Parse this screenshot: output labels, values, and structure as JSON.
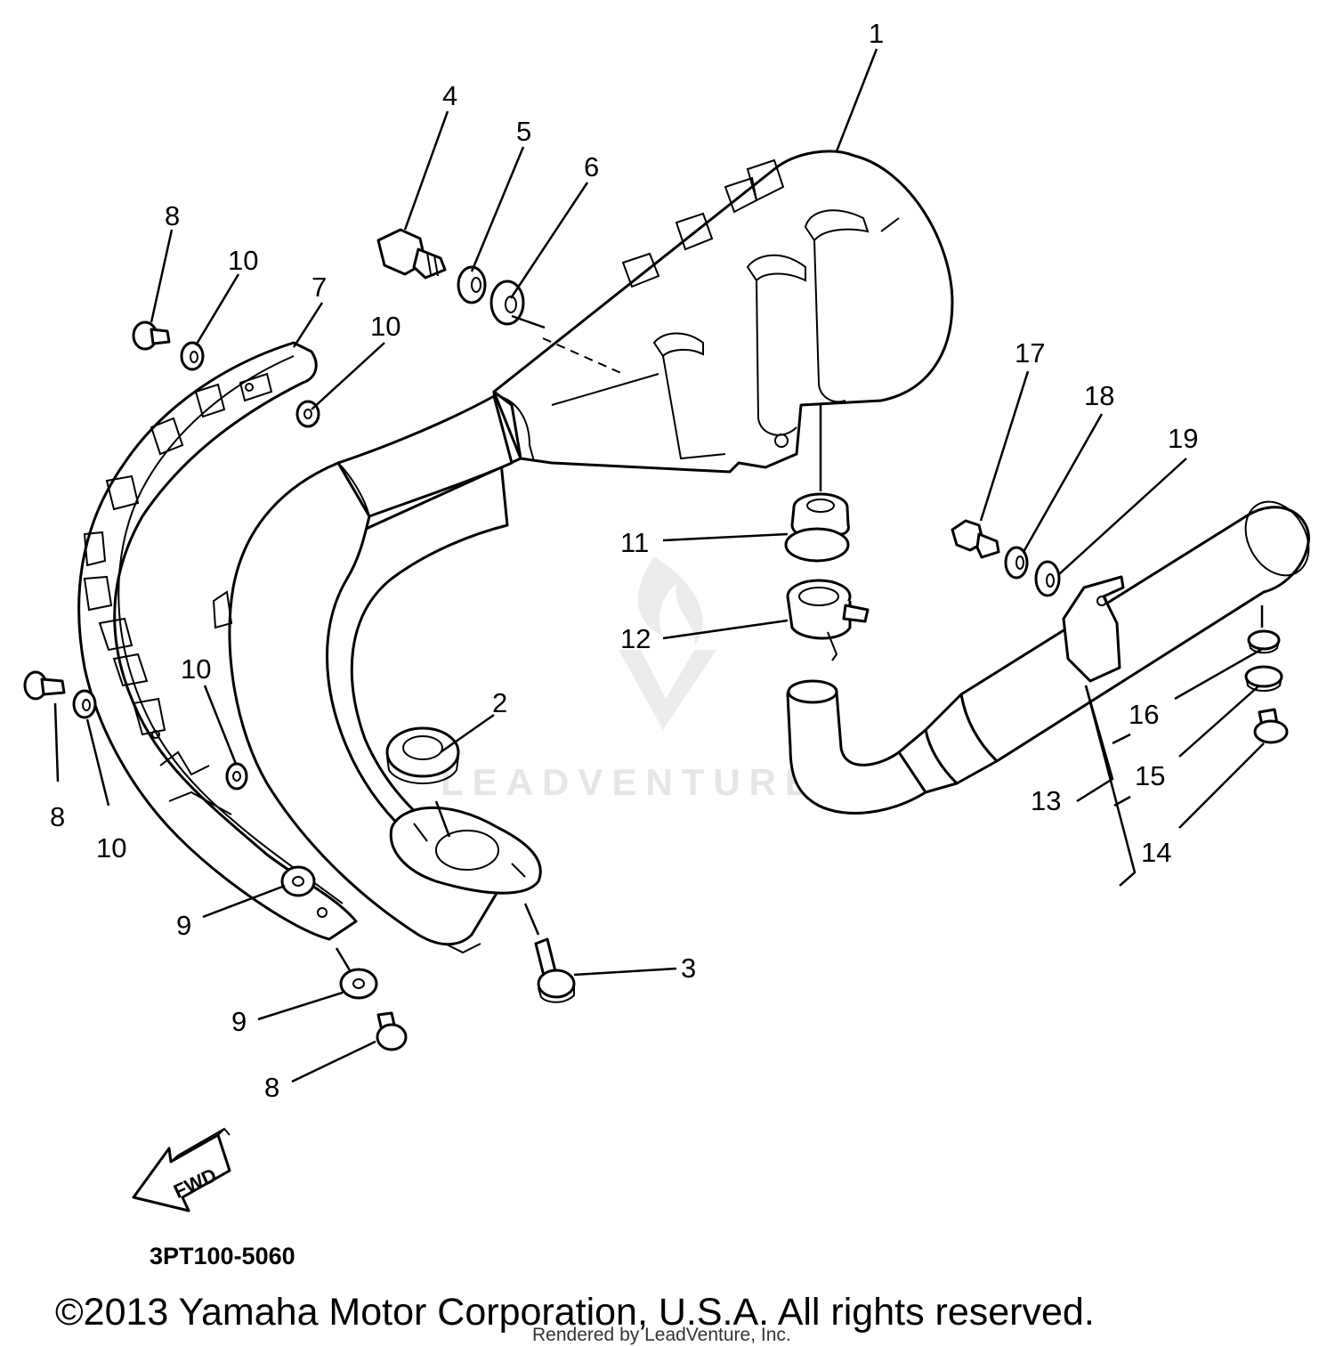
{
  "callouts": [
    {
      "id": "c1",
      "text": "1"
    },
    {
      "id": "c2",
      "text": "2"
    },
    {
      "id": "c3",
      "text": "3"
    },
    {
      "id": "c4",
      "text": "4"
    },
    {
      "id": "c5",
      "text": "5"
    },
    {
      "id": "c6",
      "text": "6"
    },
    {
      "id": "c7",
      "text": "7"
    },
    {
      "id": "c8a",
      "text": "8"
    },
    {
      "id": "c8b",
      "text": "8"
    },
    {
      "id": "c8c",
      "text": "8"
    },
    {
      "id": "c9a",
      "text": "9"
    },
    {
      "id": "c9b",
      "text": "9"
    },
    {
      "id": "c10a",
      "text": "10"
    },
    {
      "id": "c10b",
      "text": "10"
    },
    {
      "id": "c10c",
      "text": "10"
    },
    {
      "id": "c10d",
      "text": "10"
    },
    {
      "id": "c11",
      "text": "11"
    },
    {
      "id": "c12",
      "text": "12"
    },
    {
      "id": "c13",
      "text": "13"
    },
    {
      "id": "c14",
      "text": "14"
    },
    {
      "id": "c15",
      "text": "15"
    },
    {
      "id": "c16",
      "text": "16"
    },
    {
      "id": "c17",
      "text": "17"
    },
    {
      "id": "c18",
      "text": "18"
    },
    {
      "id": "c19",
      "text": "19"
    }
  ],
  "fwd_label": "FWD",
  "diagram_code": "3PT100-5060",
  "copyright": "©2013 Yamaha Motor Corporation, U.S.A. All rights reserved.",
  "rendered_by": "Rendered by LeadVenture, Inc.",
  "watermark": "LEADVENTURE"
}
